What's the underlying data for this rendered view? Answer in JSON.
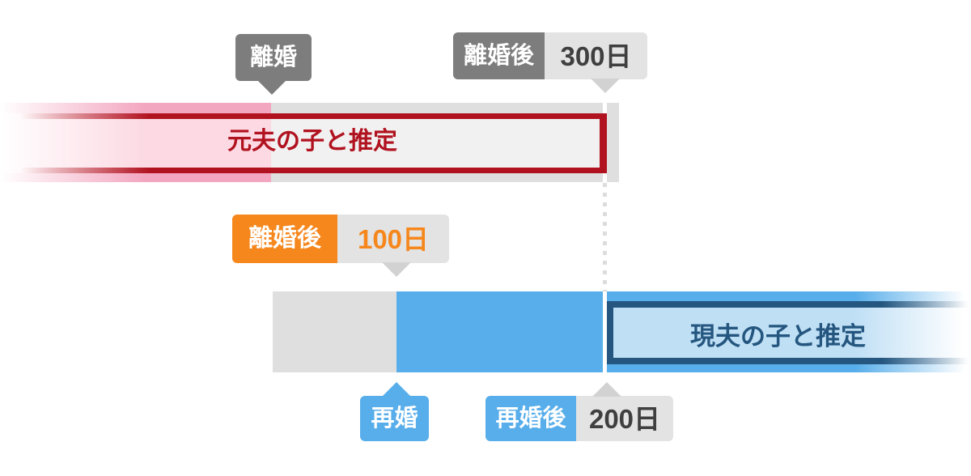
{
  "callouts": {
    "divorce": {
      "label": "離婚"
    },
    "after_divorce_300": {
      "prefix": "離婚後",
      "value": "300日"
    },
    "after_divorce_100": {
      "prefix": "離婚後",
      "value": "100日"
    },
    "remarriage": {
      "label": "再婚"
    },
    "after_remarriage_200": {
      "prefix": "再婚後",
      "value": "200日"
    }
  },
  "bars": {
    "ex_husband": {
      "label": "元夫の子と推定"
    },
    "current_husband": {
      "label": "現夫の子と推定"
    }
  },
  "colors": {
    "gray_callout": "#7d7d7d",
    "value_badge_bg": "#e3e3e3",
    "value_text": "#3f3f3f",
    "orange": "#f5871d",
    "pink_bar": "#f3a6c0",
    "pink_fill": "#fcd9e3",
    "red_border": "#b1121f",
    "gray_bar": "#dfdfdf",
    "gray_fill": "#f1f1f1",
    "blue_bar": "#58aeea",
    "blue_fill": "#bfdff5",
    "navy_border": "#24567f"
  }
}
